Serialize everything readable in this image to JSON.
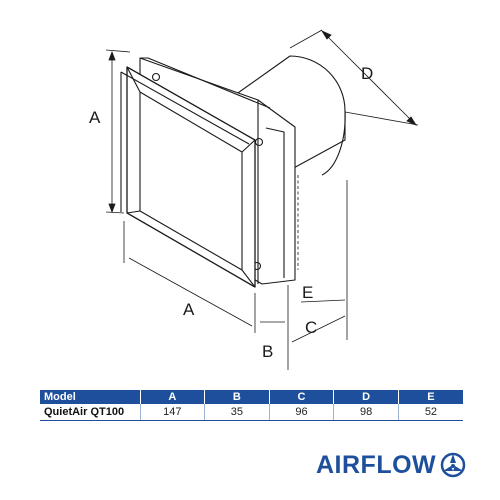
{
  "diagram": {
    "dimension_labels": {
      "a_vertical": "A",
      "a_horizontal": "A",
      "b": "B",
      "c": "C",
      "d": "D",
      "e": "E"
    }
  },
  "table": {
    "headers": [
      "Model",
      "A",
      "B",
      "C",
      "D",
      "E"
    ],
    "rows": [
      [
        "QuietAir QT100",
        "147",
        "35",
        "96",
        "98",
        "52"
      ]
    ]
  },
  "brand": {
    "name": "AIRFLOW",
    "logo_icon": "airflow-swirl-logo",
    "color": "#1e4f9c"
  }
}
